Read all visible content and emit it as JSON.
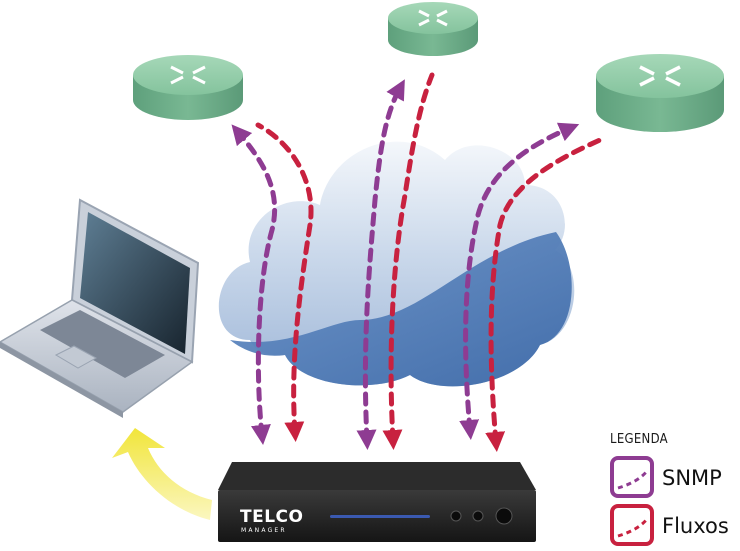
{
  "device": {
    "brand": "TELCO",
    "brand_sub": "MANAGER"
  },
  "legend": {
    "title": "LEGENDA",
    "items": [
      {
        "label": "SNMP",
        "color": "#8e3c92"
      },
      {
        "label": "Fluxos",
        "color": "#c8213f"
      }
    ]
  },
  "colors": {
    "snmp": "#8e3c92",
    "flows": "#c8213f",
    "router": "#7fbf9a",
    "cloud_dark": "#4f7dba",
    "cloud_light": "#dfe8f3",
    "arrow_yellow": "#f5e84a"
  }
}
